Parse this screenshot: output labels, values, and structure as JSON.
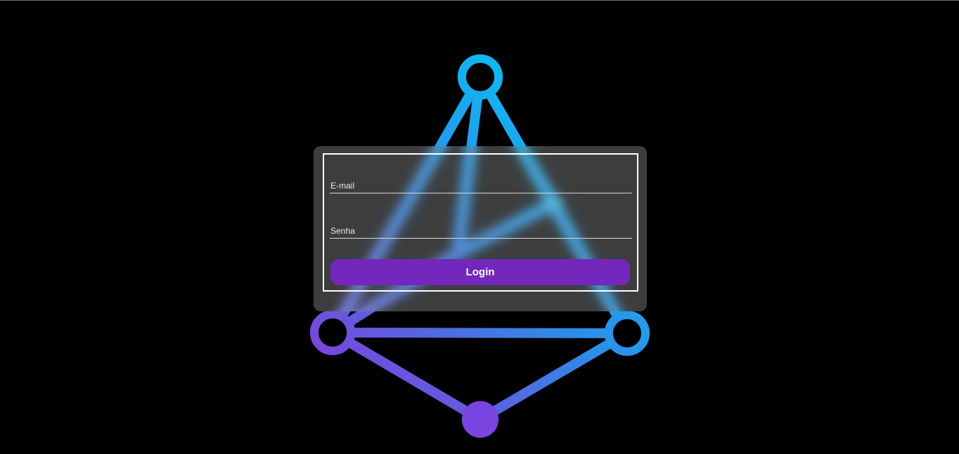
{
  "colors": {
    "background": "#000000",
    "gradient_top": "#00c8f5",
    "gradient_mid": "#2f8fe8",
    "gradient_bottom": "#8a32d8",
    "card": "#4e4e4e",
    "button": "#7327bc"
  },
  "login": {
    "email_label": "E-mail",
    "password_label": "Senha",
    "button_label": "Login"
  }
}
